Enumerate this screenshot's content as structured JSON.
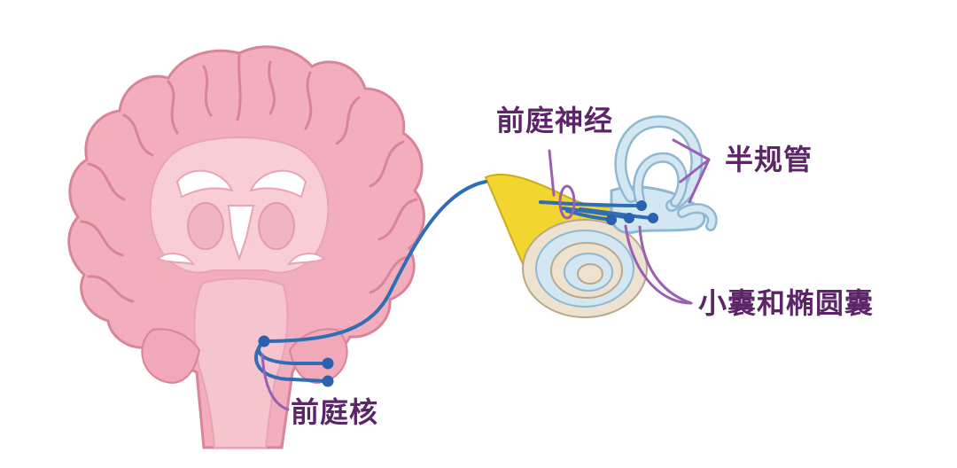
{
  "labels": {
    "vestibular_nerve": "前庭神经",
    "semicircular_canals": "半规管",
    "saccule_utricle": "小囊和椭圆囊",
    "vestibular_nuclei": "前庭核"
  },
  "colors": {
    "label_text": "#5b2567",
    "leader_line": "#9a5fb2",
    "brain_outer": "#f3aebe",
    "brain_stroke": "#d9849a",
    "brain_inner": "#f8cdd6",
    "brain_white": "#ffffff",
    "brainstem": "#f6c4cf",
    "nerve_path": "#2f6db4",
    "neuron_dot": "#2a62ad",
    "cranial_nerve_yellow": "#f2d52e",
    "labyrinth_fill": "#d3e7f3",
    "labyrinth_stroke": "#8fb8d3",
    "cochlea_bone": "#ece2cf"
  },
  "icons": {
    "brain": "coronal-brain-section",
    "inner_ear": "inner-ear-labyrinth"
  }
}
